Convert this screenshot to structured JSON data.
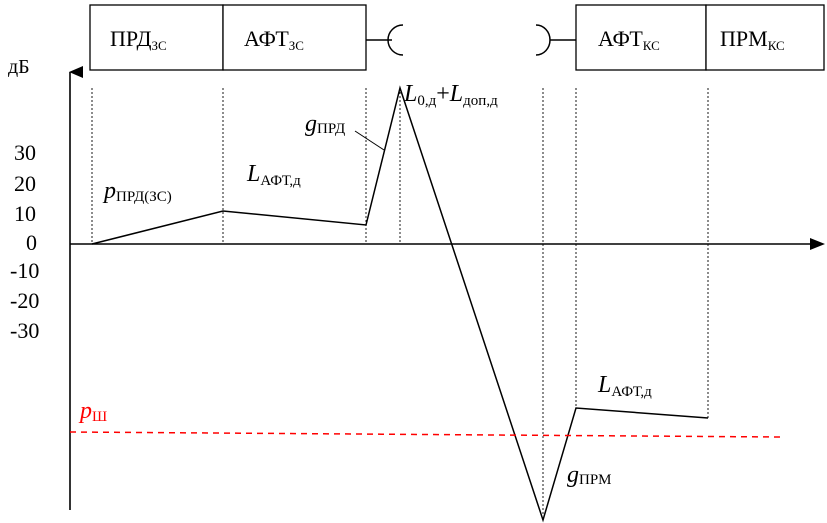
{
  "blocks": {
    "prd": {
      "main": "ПРД",
      "sub": "ЗС"
    },
    "aft_zs": {
      "main": "АФТ",
      "sub": "ЗС"
    },
    "aft_ks": {
      "main": "АФТ",
      "sub": "КС"
    },
    "prm": {
      "main": "ПРМ",
      "sub": "КС"
    }
  },
  "axis": {
    "unit": "дБ",
    "ticks": [
      "30",
      "20",
      "10",
      "0",
      "-10",
      "-20",
      "-30"
    ]
  },
  "labels": {
    "p_prd": {
      "main": "p",
      "sub": "ПРД(ЗС)"
    },
    "l_aft_1": {
      "main": "L",
      "sub": "АФТ,д"
    },
    "g_prd": {
      "main": "g",
      "sub": "ПРД"
    },
    "l0": {
      "main": "L",
      "sub": "0,д"
    },
    "plus": "+",
    "l_dop": {
      "main": "L",
      "sub": "доп,д"
    },
    "l_aft_2": {
      "main": "L",
      "sub": "АФТ,д"
    },
    "g_prm": {
      "main": "g",
      "sub": "ПРМ"
    },
    "p_sh": {
      "main": "p",
      "sub": "Ш"
    }
  },
  "colors": {
    "noise": "#ff0000",
    "line": "#000000"
  }
}
